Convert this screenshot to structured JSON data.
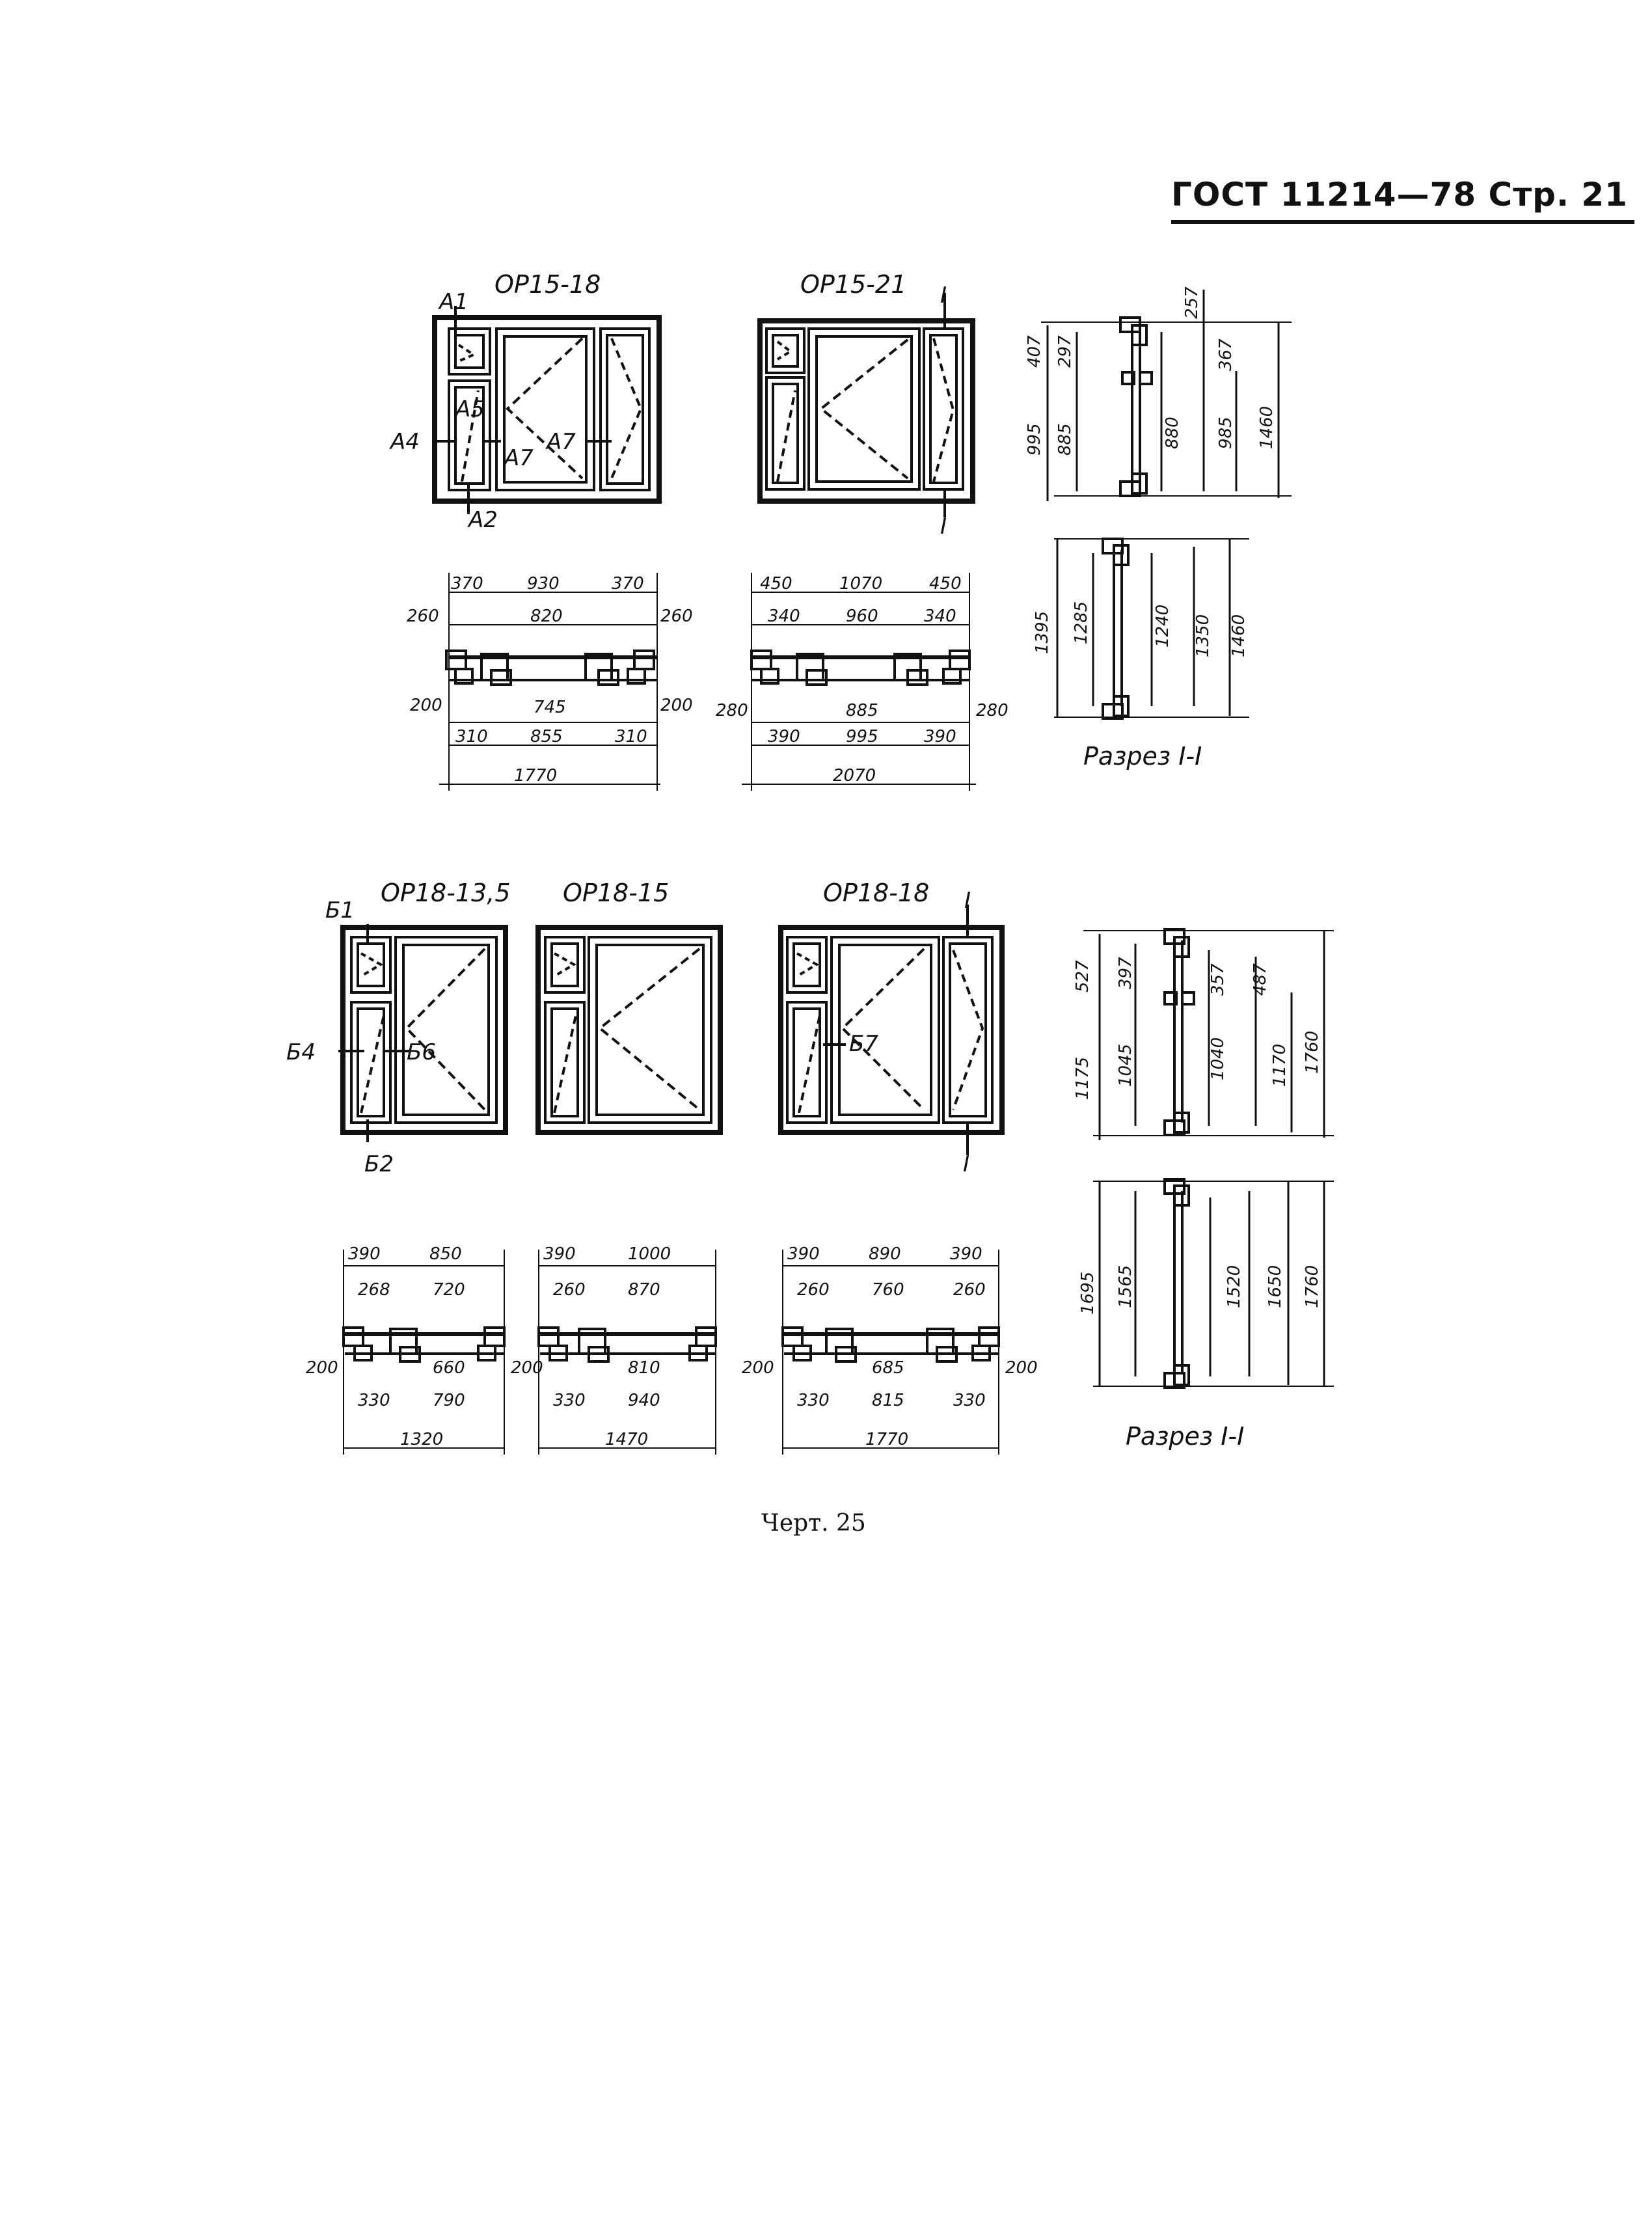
{
  "header": {
    "text": "ГОСТ 11214—78 Стр. 21"
  },
  "caption": "Черт. 25",
  "labels": {
    "op15_18": "ОР15-18",
    "op15_21": "ОР15-21",
    "op18_13_5": "ОР18-13,5",
    "op18_15": "ОР18-15",
    "op18_18": "ОР18-18",
    "section": "Разрез I-I",
    "roman": "I"
  },
  "marks": {
    "a1": "А1",
    "a2": "А2",
    "a4": "А4",
    "a5": "А5",
    "a7": "А7",
    "b1": "Б1",
    "b2": "Б2",
    "b4": "Б4",
    "b6": "Б6",
    "b7": "Б7"
  },
  "dims": {
    "sec1": [
      "407",
      "297",
      "257",
      "367",
      "995",
      "885",
      "880",
      "985",
      "1460"
    ],
    "sec1b": [
      "1395",
      "1285",
      "1240",
      "1350",
      "1460"
    ],
    "op15_18": [
      "370",
      "930",
      "370",
      "260",
      "820",
      "260",
      "200",
      "745",
      "200",
      "310",
      "855",
      "310",
      "1770"
    ],
    "op15_21": [
      "450",
      "1070",
      "450",
      "340",
      "960",
      "340",
      "280",
      "885",
      "280",
      "390",
      "995",
      "390",
      "2070"
    ],
    "sec2": [
      "527",
      "397",
      "357",
      "487",
      "1175",
      "1045",
      "1040",
      "1170",
      "1760"
    ],
    "sec2b": [
      "1695",
      "1565",
      "1520",
      "1650",
      "1760"
    ],
    "op18_13_5": [
      "390",
      "850",
      "268",
      "720",
      "200",
      "660",
      "330",
      "790",
      "1320"
    ],
    "op18_15": [
      "390",
      "1000",
      "260",
      "870",
      "200",
      "810",
      "330",
      "940",
      "1470"
    ],
    "op18_18": [
      "390",
      "890",
      "390",
      "260",
      "760",
      "260",
      "200",
      "685",
      "200",
      "330",
      "815",
      "330",
      "1770"
    ]
  }
}
